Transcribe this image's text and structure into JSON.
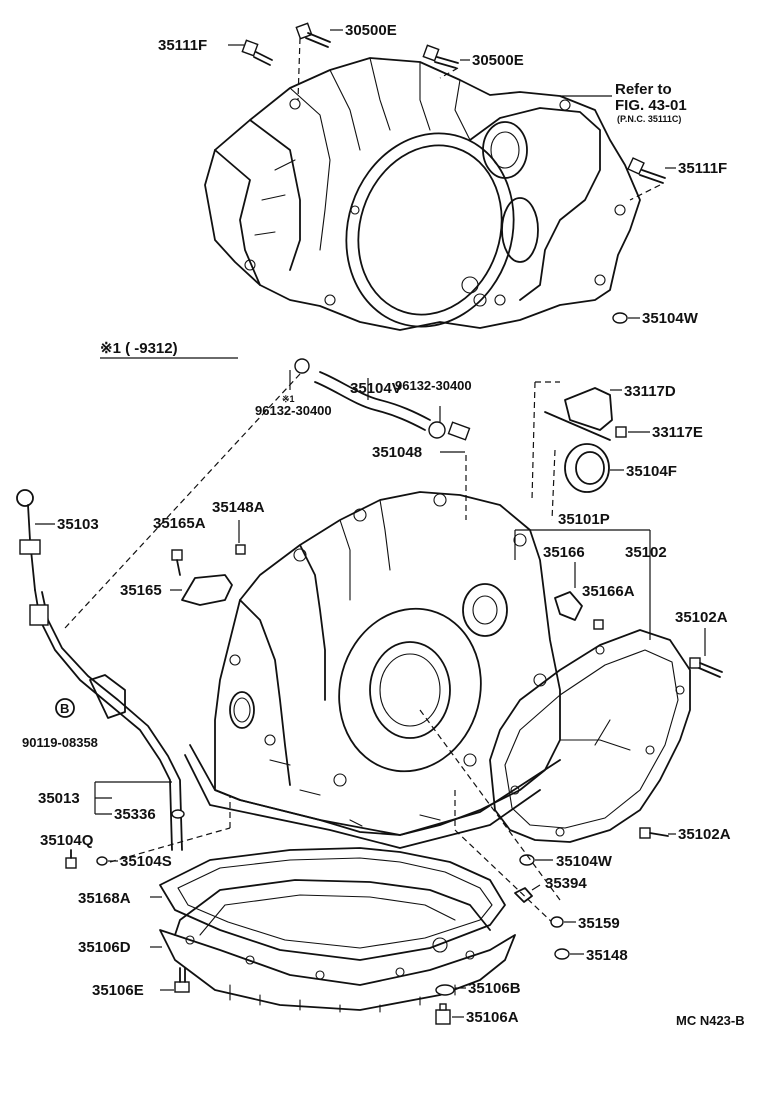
{
  "labels": {
    "l_30500E_top": "30500E",
    "l_35111F_top": "35111F",
    "l_30500E_mid": "30500E",
    "l_refer_to": "Refer to",
    "l_fig": "FIG. 43-01",
    "l_pnc": "(P.N.C. 35111C)",
    "l_35111F_right": "35111F",
    "l_35104W_top": "35104W",
    "l_star_range": "※1 (     -9312)",
    "l_35104V": "35104V",
    "l_96132_right": "96132-30400",
    "l_star1": "※1",
    "l_96132_left": "96132-30400",
    "l_33117D": "33117D",
    "l_33117E": "33117E",
    "l_351048": "351048",
    "l_35104F": "35104F",
    "l_35103": "35103",
    "l_35148A": "35148A",
    "l_35165A": "35165A",
    "l_35101P": "35101P",
    "l_35166": "35166",
    "l_35102": "35102",
    "l_35165": "35165",
    "l_35166A": "35166A",
    "l_35102A_top": "35102A",
    "l_90119": "90119-08358",
    "l_35013": "35013",
    "l_35336": "35336",
    "l_351040": "35104Q",
    "l_35104S": "35104S",
    "l_35102A_bot": "35102A",
    "l_35104W_bot": "35104W",
    "l_35394": "35394",
    "l_35168A": "35168A",
    "l_35159": "35159",
    "l_35106D": "35106D",
    "l_35148": "35148",
    "l_35106E": "35106E",
    "l_35106B": "35106B",
    "l_35106A": "35106A",
    "l_code": "MC N423-B"
  },
  "icons": {
    "circle_b": "B"
  }
}
